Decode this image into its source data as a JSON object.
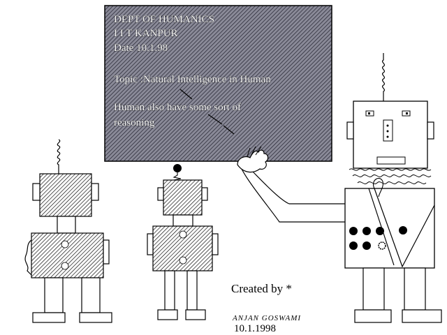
{
  "board": {
    "line1": "DEPT  OF  HUMANICS",
    "line2": "I  I  T   KANPUR",
    "line3": "Date   10.1.98",
    "line4": "Topic :Natural Intelligence in Human",
    "line5": "Human also have some sort of",
    "line6": "reasoning"
  },
  "credits": {
    "created_by": "Created by *",
    "author": "ANJAN  GOSWAMI",
    "date": "10.1.1998"
  },
  "colors": {
    "ink": "#000000",
    "paper": "#ffffff",
    "board_hatch": "#5c5c6e"
  }
}
